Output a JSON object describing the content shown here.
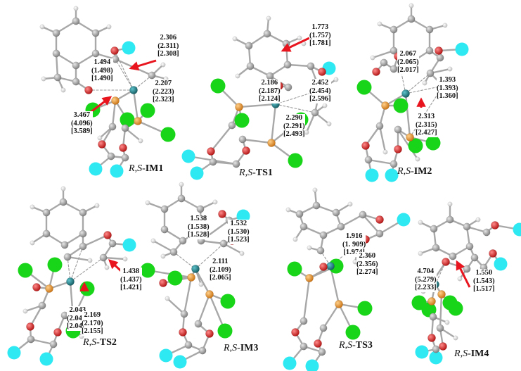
{
  "colors": {
    "carbon": "#8f8f8f",
    "hydrogen": "#d9d9d9",
    "oxygen": "#d42020",
    "phosphorus": "#e89225",
    "metal": "#1f7d84",
    "chlorine": "#19d519",
    "fluorine": "#2ee8f2",
    "arrow": "#e8141e"
  },
  "structures": [
    {
      "id": "im1",
      "caption": {
        "pre": "R",
        "mid": ",",
        "s": "S",
        "dash": "-",
        "name": "IM1"
      },
      "labels": [
        {
          "lines": [
            "2.306",
            "(2.311)",
            "[2.308]"
          ]
        },
        {
          "lines": [
            "1.494",
            "(1.498)",
            "[1.490]"
          ]
        },
        {
          "lines": [
            "2.207",
            "(2.223)",
            "[2.323]"
          ]
        },
        {
          "lines": [
            "3.467",
            "(4.096)",
            "[3.589]"
          ]
        }
      ]
    },
    {
      "id": "ts1",
      "caption": {
        "pre": "R",
        "mid": ",",
        "s": "S",
        "dash": "-",
        "name": "TS1"
      },
      "labels": [
        {
          "lines": [
            "1.773",
            "(1.757)",
            "[1.781]"
          ]
        },
        {
          "lines": [
            "2.186",
            "(2.187)",
            "[2.124]"
          ]
        },
        {
          "lines": [
            "2.452",
            "(2.454)",
            "[2.596]"
          ]
        },
        {
          "lines": [
            "2.290",
            "(2.291)",
            "[2.493]"
          ]
        }
      ]
    },
    {
      "id": "im2",
      "caption": {
        "pre": "R",
        "mid": ",",
        "s": "S",
        "dash": "-",
        "name": "IM2"
      },
      "labels": [
        {
          "lines": [
            "2.067",
            "(2.065)",
            "[2.017]"
          ]
        },
        {
          "lines": [
            "1.393",
            "(1.393)",
            "[1.360]"
          ]
        },
        {
          "lines": [
            "2.313",
            "(2.315)",
            "[2.427]"
          ]
        }
      ]
    },
    {
      "id": "ts2",
      "caption": {
        "pre": "R",
        "mid": ",",
        "s": "S",
        "dash": "-",
        "name": "TS2"
      },
      "labels": [
        {
          "lines": [
            "2.043",
            "(2.042)",
            "[2.047]"
          ]
        },
        {
          "lines": [
            "1.438",
            "(1.437)",
            "[1.421]"
          ]
        },
        {
          "lines": [
            "2.169",
            "(2.170)",
            "[2.155]"
          ]
        }
      ]
    },
    {
      "id": "im3",
      "caption": {
        "pre": "R",
        "mid": ",",
        "s": "S",
        "dash": "-",
        "name": "IM3"
      },
      "labels": [
        {
          "lines": [
            "1.538",
            "(1.538)",
            "[1.528]"
          ]
        },
        {
          "lines": [
            "1.532",
            "(1.530)",
            "[1.523]"
          ]
        },
        {
          "lines": [
            "2.111",
            "(2.109)",
            "[2.065]"
          ]
        }
      ]
    },
    {
      "id": "ts3",
      "caption": {
        "pre": "R",
        "mid": ",",
        "s": "S",
        "dash": "-",
        "name": "TS3"
      },
      "labels": [
        {
          "lines": [
            "1.916",
            "(1. 909)",
            "[1.974]"
          ]
        },
        {
          "lines": [
            "2.360",
            "(2.356)",
            "[2.274]"
          ]
        }
      ]
    },
    {
      "id": "im4",
      "caption": {
        "pre": "R",
        "mid": ",",
        "s": "S",
        "dash": "-",
        "name": "IM4"
      },
      "labels": [
        {
          "lines": [
            "4.704",
            "(5.279)",
            "[2.233]"
          ]
        },
        {
          "lines": [
            "1.550",
            "(1.543)",
            "[1.517]"
          ]
        }
      ]
    }
  ]
}
